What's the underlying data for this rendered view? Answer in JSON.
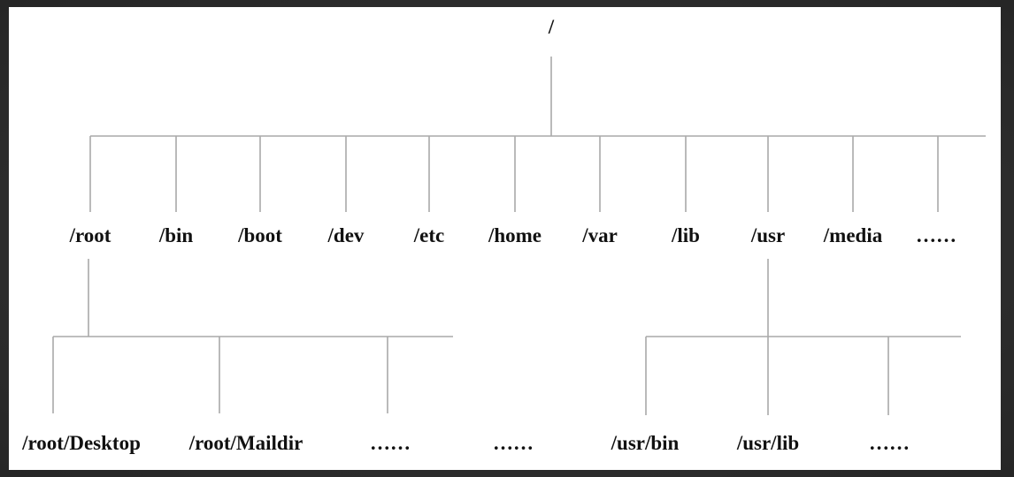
{
  "root": {
    "label": "/"
  },
  "level1": [
    {
      "label": "/root"
    },
    {
      "label": "/bin"
    },
    {
      "label": "/boot"
    },
    {
      "label": "/dev"
    },
    {
      "label": "/etc"
    },
    {
      "label": "/home"
    },
    {
      "label": "/var"
    },
    {
      "label": "/lib"
    },
    {
      "label": "/usr"
    },
    {
      "label": "/media"
    },
    {
      "label": "……"
    }
  ],
  "root_children": [
    {
      "label": "/root/Desktop"
    },
    {
      "label": "/root/Maildir"
    },
    {
      "label": "……"
    },
    {
      "label": "……"
    }
  ],
  "usr_children": [
    {
      "label": "/usr/bin"
    },
    {
      "label": "/usr/lib"
    },
    {
      "label": "……"
    }
  ],
  "colors": {
    "line": "#a9a9a9",
    "text": "#111111",
    "background": "#ffffff",
    "frame": "#2e2e2e"
  }
}
